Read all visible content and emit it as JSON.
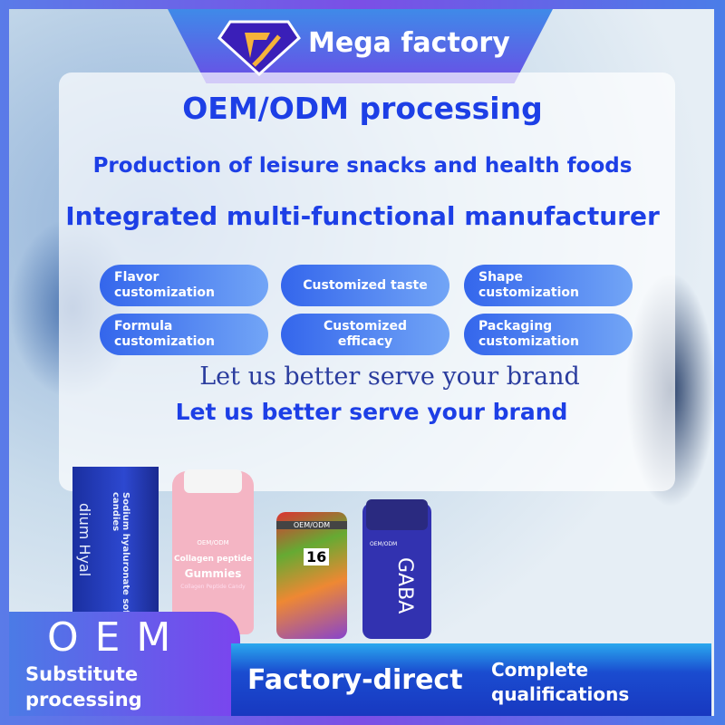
{
  "banner": {
    "title": "Mega factory",
    "logo_icon": "diamond-logo-icon"
  },
  "headline": "OEM/ODM processing",
  "subtitle1": "Production of leisure snacks and health foods",
  "subtitle2": "Integrated multi-functional manufacturer",
  "features": [
    {
      "label": "Flavor customization"
    },
    {
      "label": "Customized taste"
    },
    {
      "label": "Shape customization"
    },
    {
      "label": "Formula customization"
    },
    {
      "label": "Customized efficacy"
    },
    {
      "label": "Packaging customization"
    }
  ],
  "slogan_serif": "Let us better serve your brand",
  "slogan": "Let us better serve your brand",
  "products": {
    "box": {
      "text": "Sodium hyaluronate soft candies",
      "side": "dium Hyal"
    },
    "jar": {
      "badge": "OEM/ODM",
      "line1": "Collagen peptide",
      "line2": "Gummies",
      "line3": "Collagen Peptide Candy"
    },
    "pouch": {
      "badge": "OEM/ODM",
      "text": "16"
    },
    "bottle": {
      "badge": "OEM/ODM",
      "text": "GABA"
    }
  },
  "bottom": {
    "oem": "O E M",
    "substitute": "Substitute processing",
    "factory": "Factory-direct",
    "qualifications": "Complete qualifications"
  },
  "colors": {
    "accent": "#1d3fe6",
    "frame": "#7b4fe6",
    "pill": "#3466ec"
  }
}
